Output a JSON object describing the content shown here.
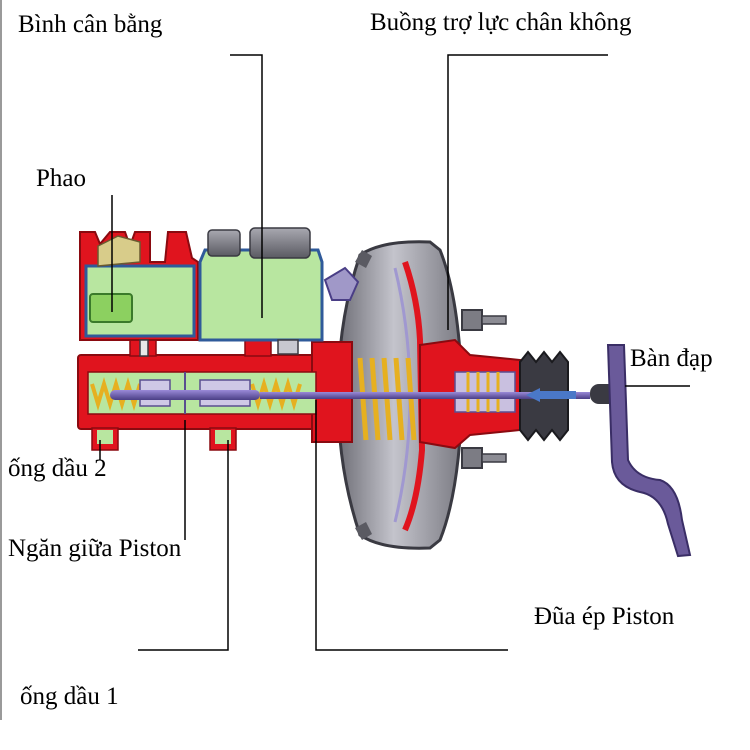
{
  "labels": {
    "reservoir": "Bình cân bằng",
    "booster": "Buồng trợ lực chân không",
    "float": "Phao",
    "pedal": "Bàn đạp",
    "outlet2": "ống dầu 2",
    "divider": "Ngăn giữa Piston",
    "push_rod": "Đũa ép Piston",
    "outlet1": "ống dầu 1"
  },
  "colors": {
    "housing_red": "#e0141e",
    "fluid_green": "#b8e6a0",
    "booster_grey": "#8c8c94",
    "spring_gold": "#e6b020",
    "rod_purple": "#7060b0",
    "pedal_purple": "#6a5a9a"
  }
}
